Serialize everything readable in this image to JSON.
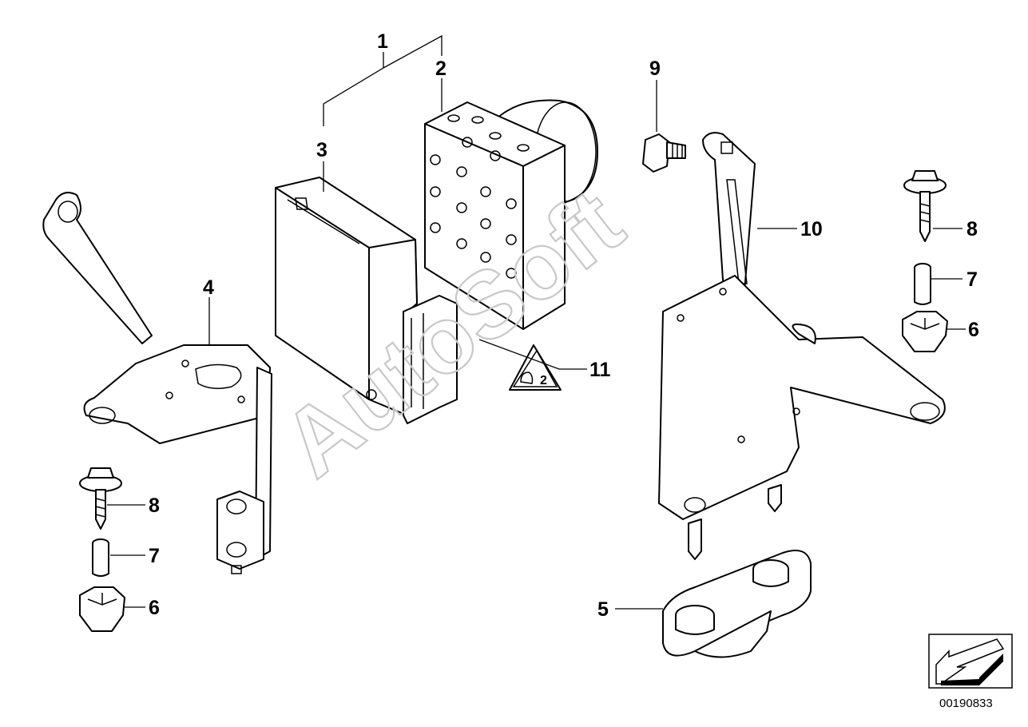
{
  "diagram": {
    "watermark": "AutoSoft",
    "document_number": "00190833",
    "callouts": [
      {
        "id": "c1",
        "label": "1"
      },
      {
        "id": "c2",
        "label": "2"
      },
      {
        "id": "c3",
        "label": "3"
      },
      {
        "id": "c4",
        "label": "4"
      },
      {
        "id": "c5",
        "label": "5"
      },
      {
        "id": "c6a",
        "label": "6"
      },
      {
        "id": "c6b",
        "label": "6"
      },
      {
        "id": "c7a",
        "label": "7"
      },
      {
        "id": "c7b",
        "label": "7"
      },
      {
        "id": "c8a",
        "label": "8"
      },
      {
        "id": "c8b",
        "label": "8"
      },
      {
        "id": "c9",
        "label": "9"
      },
      {
        "id": "c10",
        "label": "10"
      },
      {
        "id": "c11",
        "label": "11"
      }
    ],
    "warning_sticker_text": "2",
    "colors": {
      "line": "#000000",
      "watermark": "#c8c8c8",
      "background": "#ffffff"
    }
  }
}
